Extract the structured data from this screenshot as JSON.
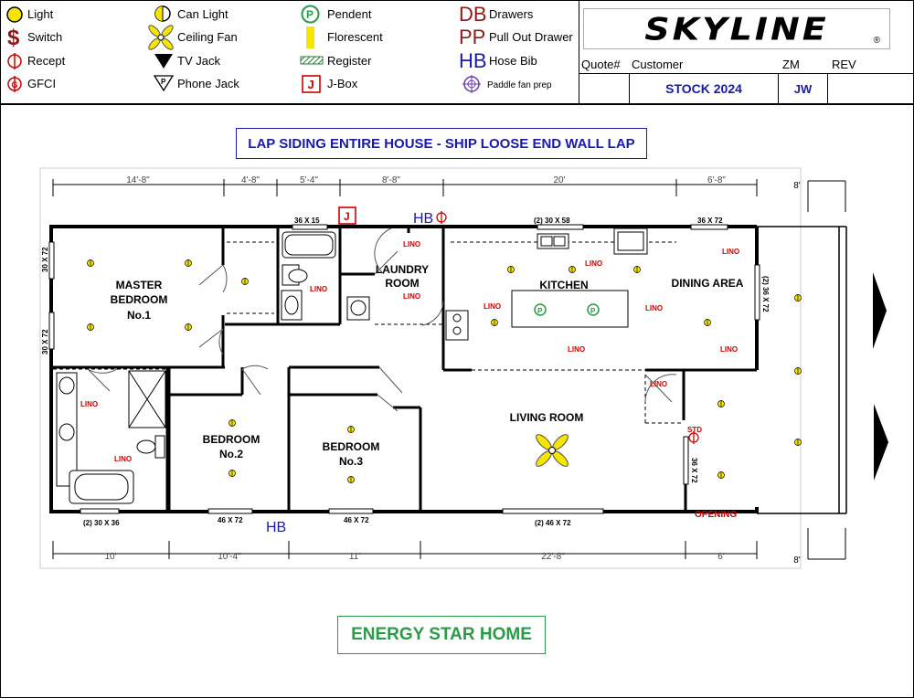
{
  "legend": [
    {
      "symbol": "light-icon",
      "label": "Light"
    },
    {
      "symbol": "switch-icon",
      "label": "Switch"
    },
    {
      "symbol": "recept-icon",
      "label": "Recept"
    },
    {
      "symbol": "gfci-icon",
      "label": "GFCI"
    },
    {
      "symbol": "can-light-icon",
      "label": "Can Light"
    },
    {
      "symbol": "ceiling-fan-icon",
      "label": "Ceiling Fan"
    },
    {
      "symbol": "tv-jack-icon",
      "label": "TV Jack"
    },
    {
      "symbol": "phone-jack-icon",
      "label": "Phone Jack"
    },
    {
      "symbol": "pendent-icon",
      "label": "Pendent",
      "glyph": "P"
    },
    {
      "symbol": "florescent-icon",
      "label": "Florescent"
    },
    {
      "symbol": "register-icon",
      "label": "Register"
    },
    {
      "symbol": "j-box-icon",
      "label": "J-Box",
      "glyph": "J"
    },
    {
      "symbol": "drawers-icon",
      "label": "Drawers",
      "glyph": "DB"
    },
    {
      "symbol": "pull-out-drawer-icon",
      "label": "Pull Out Drawer",
      "glyph": "PP"
    },
    {
      "symbol": "hose-bib-icon",
      "label": "Hose Bib",
      "glyph": "HB"
    },
    {
      "symbol": "paddle-fan-prep-icon",
      "label": "Paddle fan prep"
    }
  ],
  "logo": {
    "text": "SKYLINE",
    "mark": "®"
  },
  "titleblock": {
    "quote_label": "Quote#",
    "customer_label": "Customer",
    "zm_label": "ZM",
    "rev_label": "REV",
    "customer_value": "STOCK 2024",
    "zm_value": "JW"
  },
  "notes": {
    "siding": "LAP SIDING ENTIRE HOUSE - SHIP LOOSE END WALL LAP",
    "energy": "ENERGY STAR HOME"
  },
  "colors": {
    "blue": "#1a1aa8",
    "red": "#cc0000",
    "green": "#2a9a4a",
    "maroon": "#8b1a1a",
    "fixture": "#f5e500"
  },
  "dimensions": {
    "top": [
      "14'-8\"",
      "4'-8\"",
      "5'-4\"",
      "8'-8\"",
      "20'",
      "6'-8\"",
      "8'"
    ],
    "bottom": [
      "10'",
      "10'-4\"",
      "11'",
      "22'-8\"",
      "6'",
      "8'"
    ]
  },
  "rooms": {
    "master": [
      "MASTER",
      "BEDROOM",
      "No.1"
    ],
    "laundry": [
      "LAUNDRY",
      "ROOM"
    ],
    "kitchen": "KITCHEN",
    "dining": "DINING AREA",
    "living": "LIVING ROOM",
    "bed2": [
      "BEDROOM",
      "No.2"
    ],
    "bed3": [
      "BEDROOM",
      "No.3"
    ]
  },
  "windows": {
    "w36x15": "36 X 15",
    "w30x58": "(2) 30 X 58",
    "w36x72": "36 X 72",
    "w30x72": "30 X 72",
    "w236x72": "(2) 36 X 72",
    "w36x72v": "36 X 72",
    "w230x36": "(2) 30 X 36",
    "w46x72a": "46 X 72",
    "w46x72b": "46 X 72",
    "w246x72": "(2) 46 X 72"
  },
  "floor": "LINO",
  "labels": {
    "hb": "HB",
    "j": "J",
    "std": "STD",
    "opening": "OPENING"
  }
}
